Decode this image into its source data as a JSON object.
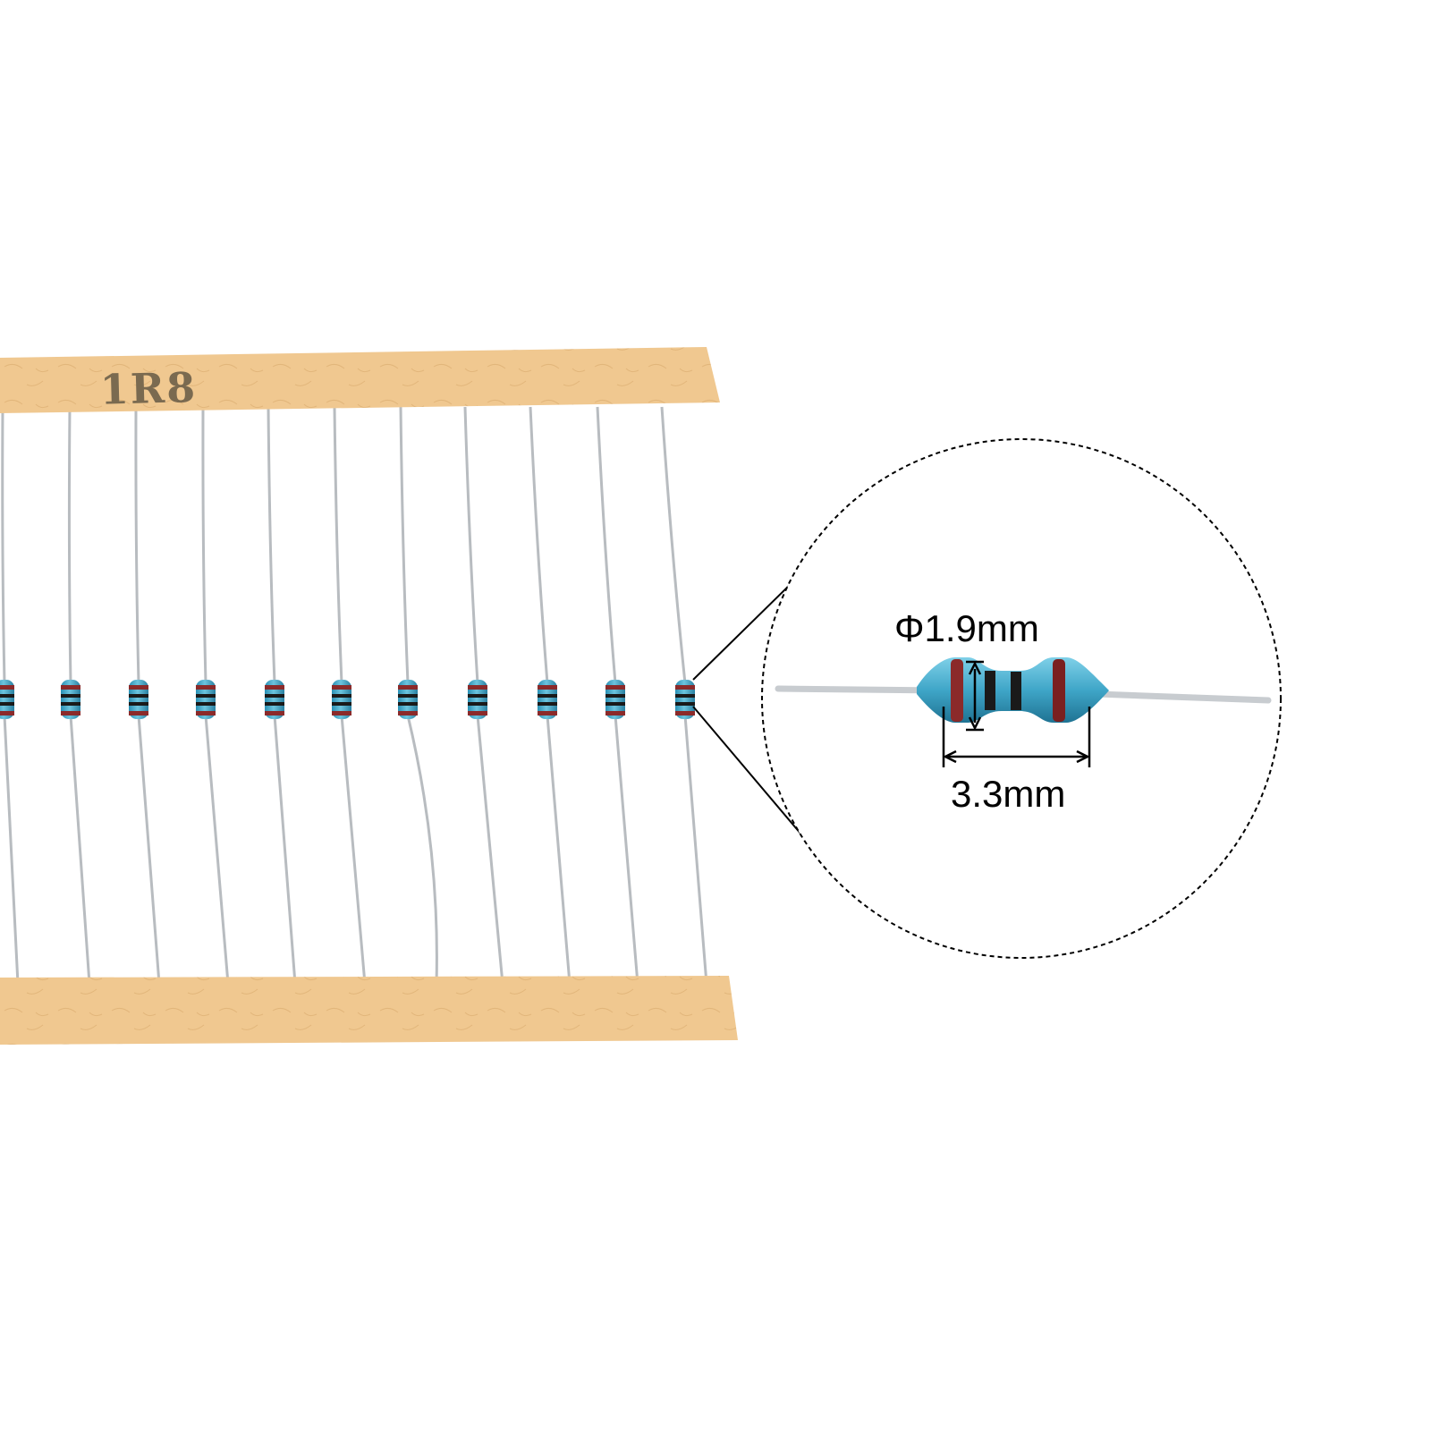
{
  "product": {
    "tape_marking": "1R8",
    "resistor_count_visible": 11
  },
  "callout": {
    "diameter_label": "Φ1.9mm",
    "length_label": "3.3mm"
  },
  "colors": {
    "tape": "#f0c890",
    "resistor_body": "#3fa6c8",
    "band_red": "#8b2a2a",
    "band_black": "#1a1a1a",
    "lead": "#b8bcc0",
    "callout_line": "#000000"
  }
}
